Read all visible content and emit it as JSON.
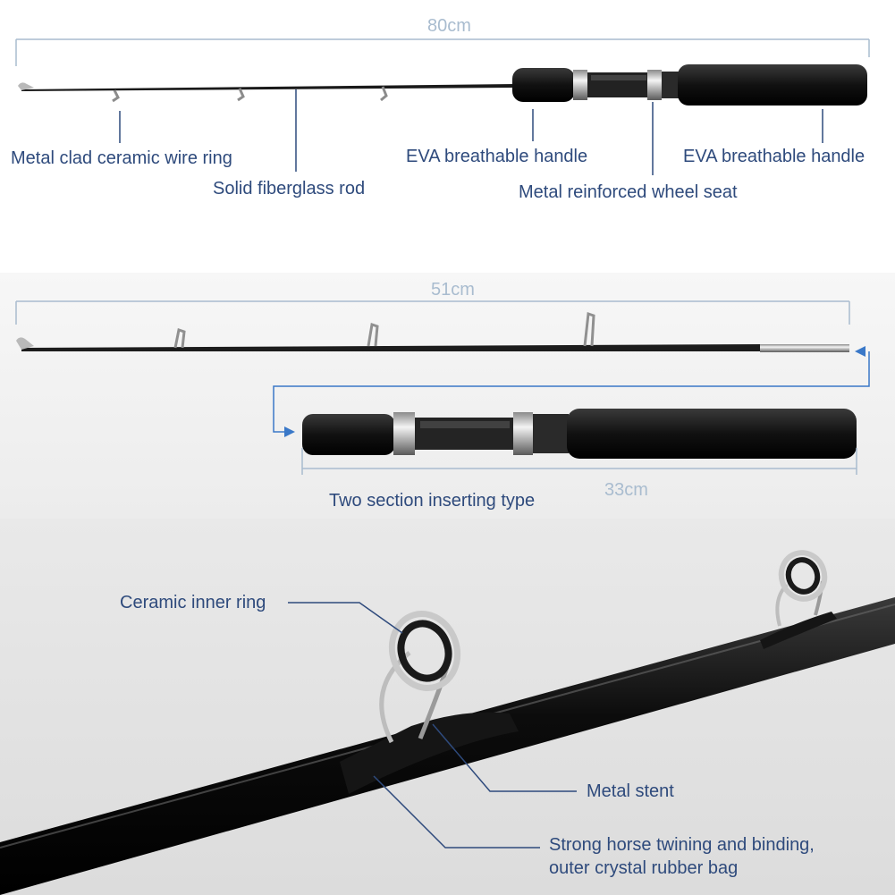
{
  "top": {
    "length": "80cm",
    "labels": {
      "ring": "Metal clad ceramic wire ring",
      "rod": "Solid fiberglass rod",
      "handle_front": "EVA breathable handle",
      "handle_rear": "EVA breathable handle",
      "seat": "Metal reinforced wheel seat"
    }
  },
  "middle": {
    "length_tip": "51cm",
    "length_handle": "33cm",
    "caption": "Two section inserting type"
  },
  "bottom": {
    "labels": {
      "inner_ring": "Ceramic inner ring",
      "stent": "Metal stent",
      "binding_line1": "Strong horse twining and binding,",
      "binding_line2": "outer crystal rubber bag"
    }
  },
  "colors": {
    "label_text": "#2e4a7c",
    "dimension_text": "#a9bccf",
    "arrow": "#3a78c8"
  }
}
